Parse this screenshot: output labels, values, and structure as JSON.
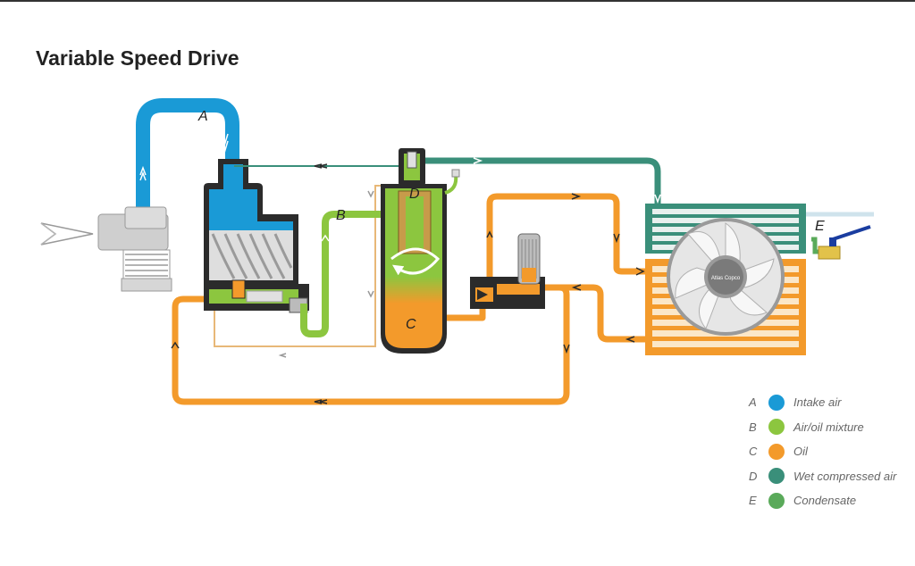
{
  "title": "Variable Speed Drive",
  "colors": {
    "intake_air": "#1a9ad6",
    "air_oil": "#8cc63f",
    "oil": "#f39a2b",
    "wet_air": "#3a8f7a",
    "condensate": "#5aaa5a",
    "metal": "#c8c8c8",
    "dark": "#2b2b2b"
  },
  "diagram_labels": {
    "a": "A",
    "b": "B",
    "c": "C",
    "d": "D",
    "e": "E"
  },
  "fan_logo_text": "Atlas Copco",
  "legend": [
    {
      "letter": "A",
      "label": "Intake air",
      "color": "#1a9ad6"
    },
    {
      "letter": "B",
      "label": "Air/oil mixture",
      "color": "#8cc63f"
    },
    {
      "letter": "C",
      "label": "Oil",
      "color": "#f39a2b"
    },
    {
      "letter": "D",
      "label": "Wet compressed air",
      "color": "#3a8f7a"
    },
    {
      "letter": "E",
      "label": "Condensate",
      "color": "#5aaa5a"
    }
  ]
}
